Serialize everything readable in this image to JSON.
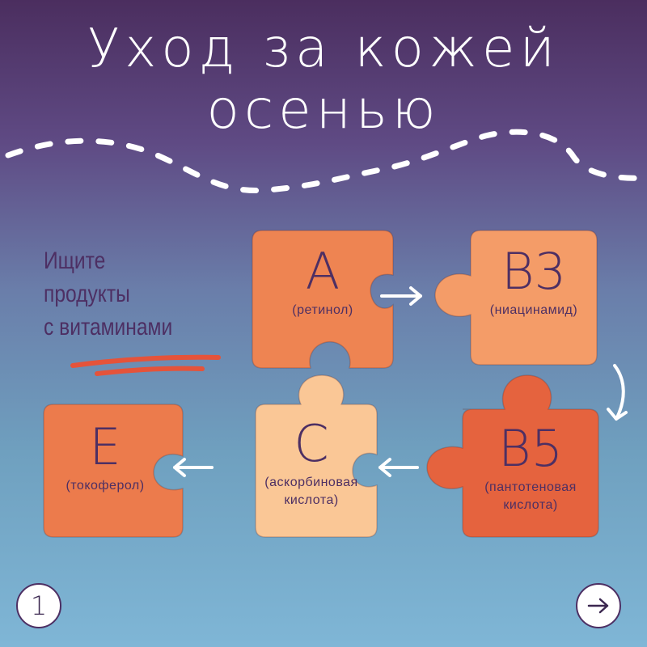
{
  "title": {
    "line1": "Уход за кожей",
    "line2": "осенью"
  },
  "tagline": {
    "line1": "Ищите",
    "line2": "продукты",
    "line3_prefix": "с ",
    "line3_accent": "витаминами"
  },
  "pieces": [
    {
      "id": "A",
      "letter": "A",
      "sub1": "(ретинол)",
      "sub2": "",
      "color": "#ee8452"
    },
    {
      "id": "B3",
      "letter": "B3",
      "sub1": "(ниацинамид)",
      "sub2": "",
      "color": "#f49c68"
    },
    {
      "id": "B5",
      "letter": "B5",
      "sub1": "(пантотеновая",
      "sub2": "кислота)",
      "color": "#e5633e"
    },
    {
      "id": "C",
      "letter": "C",
      "sub1": "(аскорбиновая",
      "sub2": "кислота)",
      "color": "#fac796"
    },
    {
      "id": "E",
      "letter": "E",
      "sub1": "(токоферол)",
      "sub2": "",
      "color": "#ec7b4c"
    }
  ],
  "footer": {
    "page_number": "1",
    "next_icon": "arrow-right-icon"
  },
  "colors": {
    "text_dark": "#4d2f63",
    "underline": "#e5533a",
    "dashes": "#ffffff"
  }
}
